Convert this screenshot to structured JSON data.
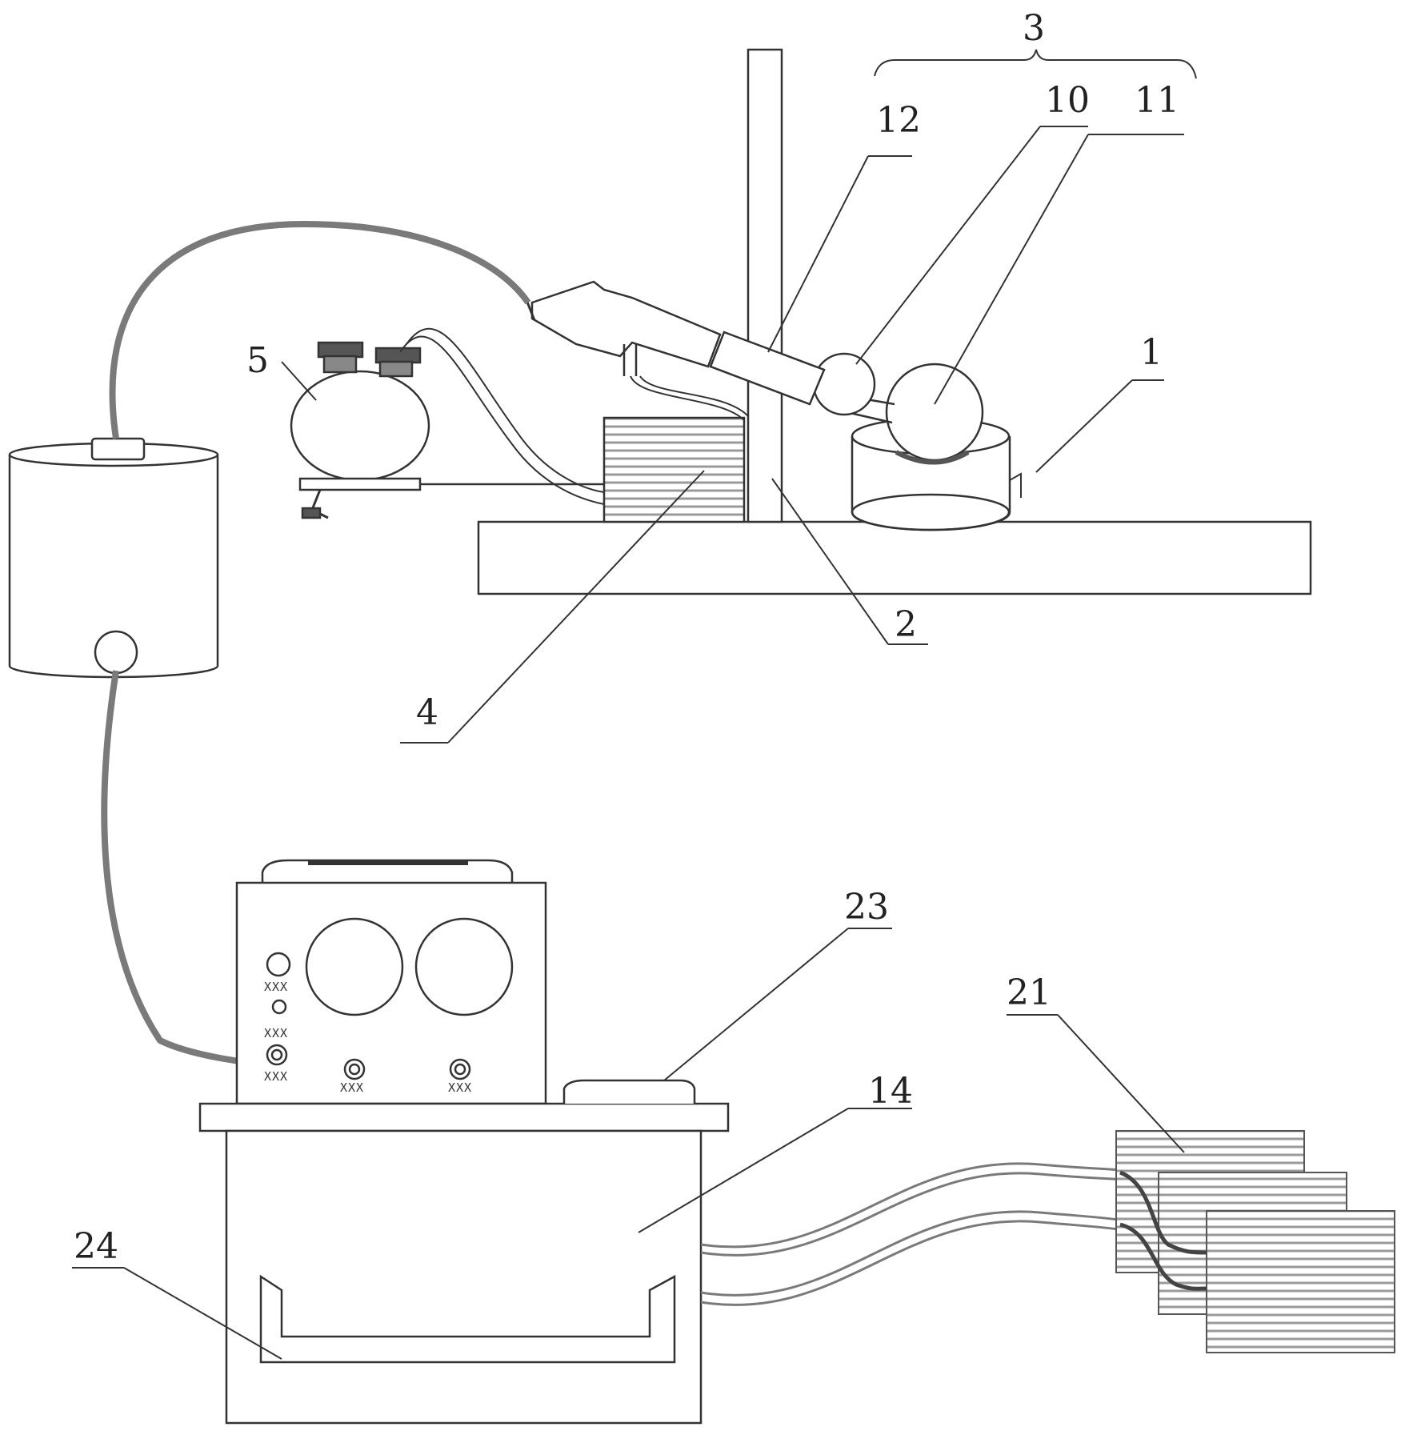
{
  "labels": {
    "l1": "1",
    "l2": "2",
    "l3": "3",
    "l4": "4",
    "l5": "5",
    "l10": "10",
    "l11": "11",
    "l12": "12",
    "l14": "14",
    "l21": "21",
    "l23": "23",
    "l24": "24"
  },
  "panel": {
    "marking_1": "XXX",
    "marking_2": "XXX",
    "marking_3": "XXX",
    "marking_4": "XXX",
    "marking_5": "XXX"
  },
  "colors": {
    "line": "#333333",
    "hose": "#7a7a7a",
    "hatch": "#9a9a9a"
  }
}
